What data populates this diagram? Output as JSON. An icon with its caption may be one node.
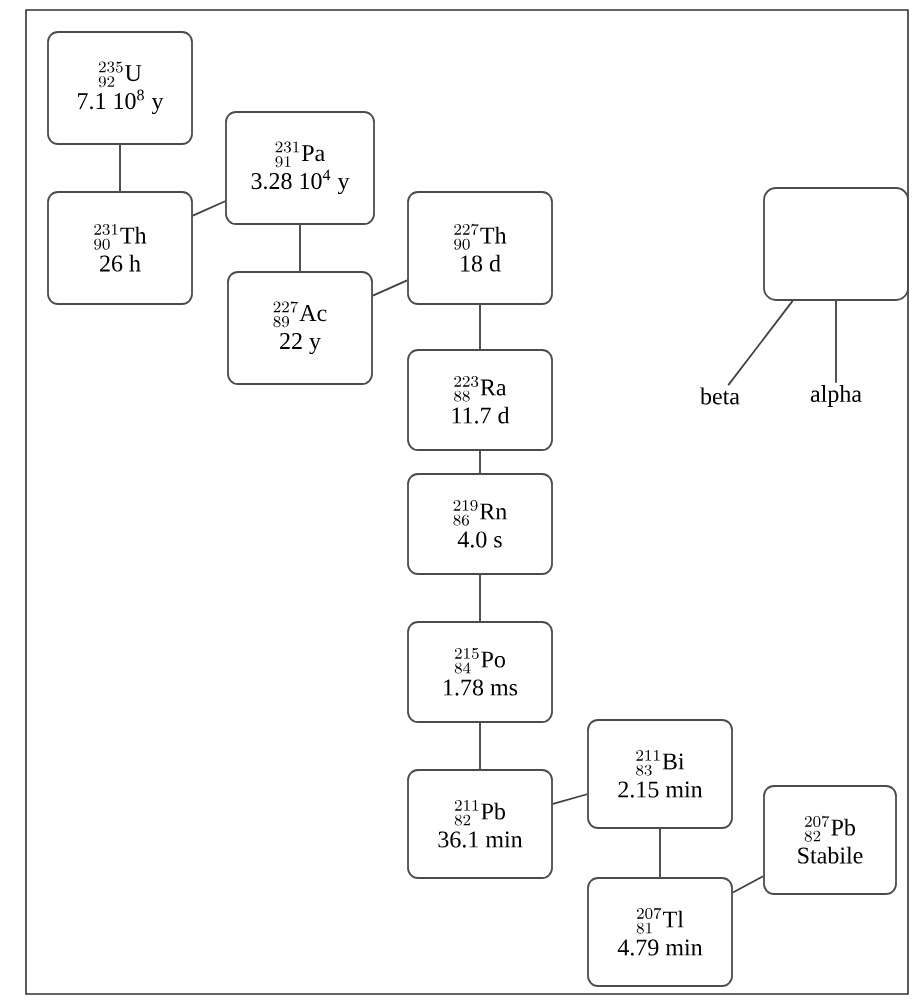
{
  "diagram": {
    "nodes": [
      {
        "text": [
          "^{235}_{92}\\mathrm{U}",
          "7.1 10$^{8}$ y"
        ]
      },
      {
        "text": [
          "^{231}_{90}\\mathrm{Th}",
          "26 h"
        ]
      },
      {
        "text": [
          "^{231}_{91}\\mathrm{Pa}",
          "3.28 10$^{4}$ y"
        ]
      },
      {
        "text": [
          "^{227}_{89}\\mathrm{Ac}",
          "22 y"
        ]
      },
      {
        "text": [
          "^{227}_{90}\\mathrm{Th}",
          "18 d"
        ]
      },
      {
        "text": [
          "^{223}_{88}\\mathrm{Ra}",
          "11.7 d"
        ]
      },
      {
        "text": [
          "^{219}_{86}\\mathrm{Rn}",
          "4.0 s"
        ]
      },
      {
        "text": [
          "^{215}_{84}\\mathrm{Po}",
          "1.78 ms"
        ]
      },
      {
        "text": [
          "^{211}_{82}\\mathrm{Pb}",
          "36.1 min"
        ]
      },
      {
        "text": [
          "^{211}_{83}\\mathrm{Bi}",
          "2.15 min"
        ]
      },
      {
        "text": [
          "^{207}_{81}\\mathrm{Tl}",
          "4.79 min"
        ]
      },
      {
        "text": [
          "^{207}_{82}\\mathrm{Pb}",
          "Stabile"
        ]
      },
      {
        "text": [],
        "shape": "box"
      },
      {
        "text": [
          "beta"
        ]
      },
      {
        "text": [
          "alpha"
        ]
      }
    ],
    "edges": [
      {
        "from": 0,
        "to": 1,
        "arrow": "none"
      },
      {
        "from": 1,
        "to": 2,
        "arrow": "none"
      },
      {
        "from": 2,
        "to": 3,
        "arrow": "none"
      },
      {
        "from": 3,
        "to": 4,
        "arrow": "none"
      },
      {
        "from": 4,
        "to": 5,
        "arrow": "none"
      },
      {
        "from": 5,
        "to": 6,
        "arrow": "none"
      },
      {
        "from": 6,
        "to": 7,
        "arrow": "none"
      },
      {
        "from": 7,
        "to": 8,
        "arrow": "none"
      },
      {
        "from": 8,
        "to": 9,
        "arrow": "none"
      },
      {
        "from": 9,
        "to": 10,
        "arrow": "none"
      },
      {
        "from": 10,
        "to": 11,
        "arrow": "none"
      },
      {
        "from": 12,
        "to": 13,
        "arrow": "none"
      },
      {
        "from": 12,
        "to": 14,
        "arrow": "none"
      }
    ]
  }
}
